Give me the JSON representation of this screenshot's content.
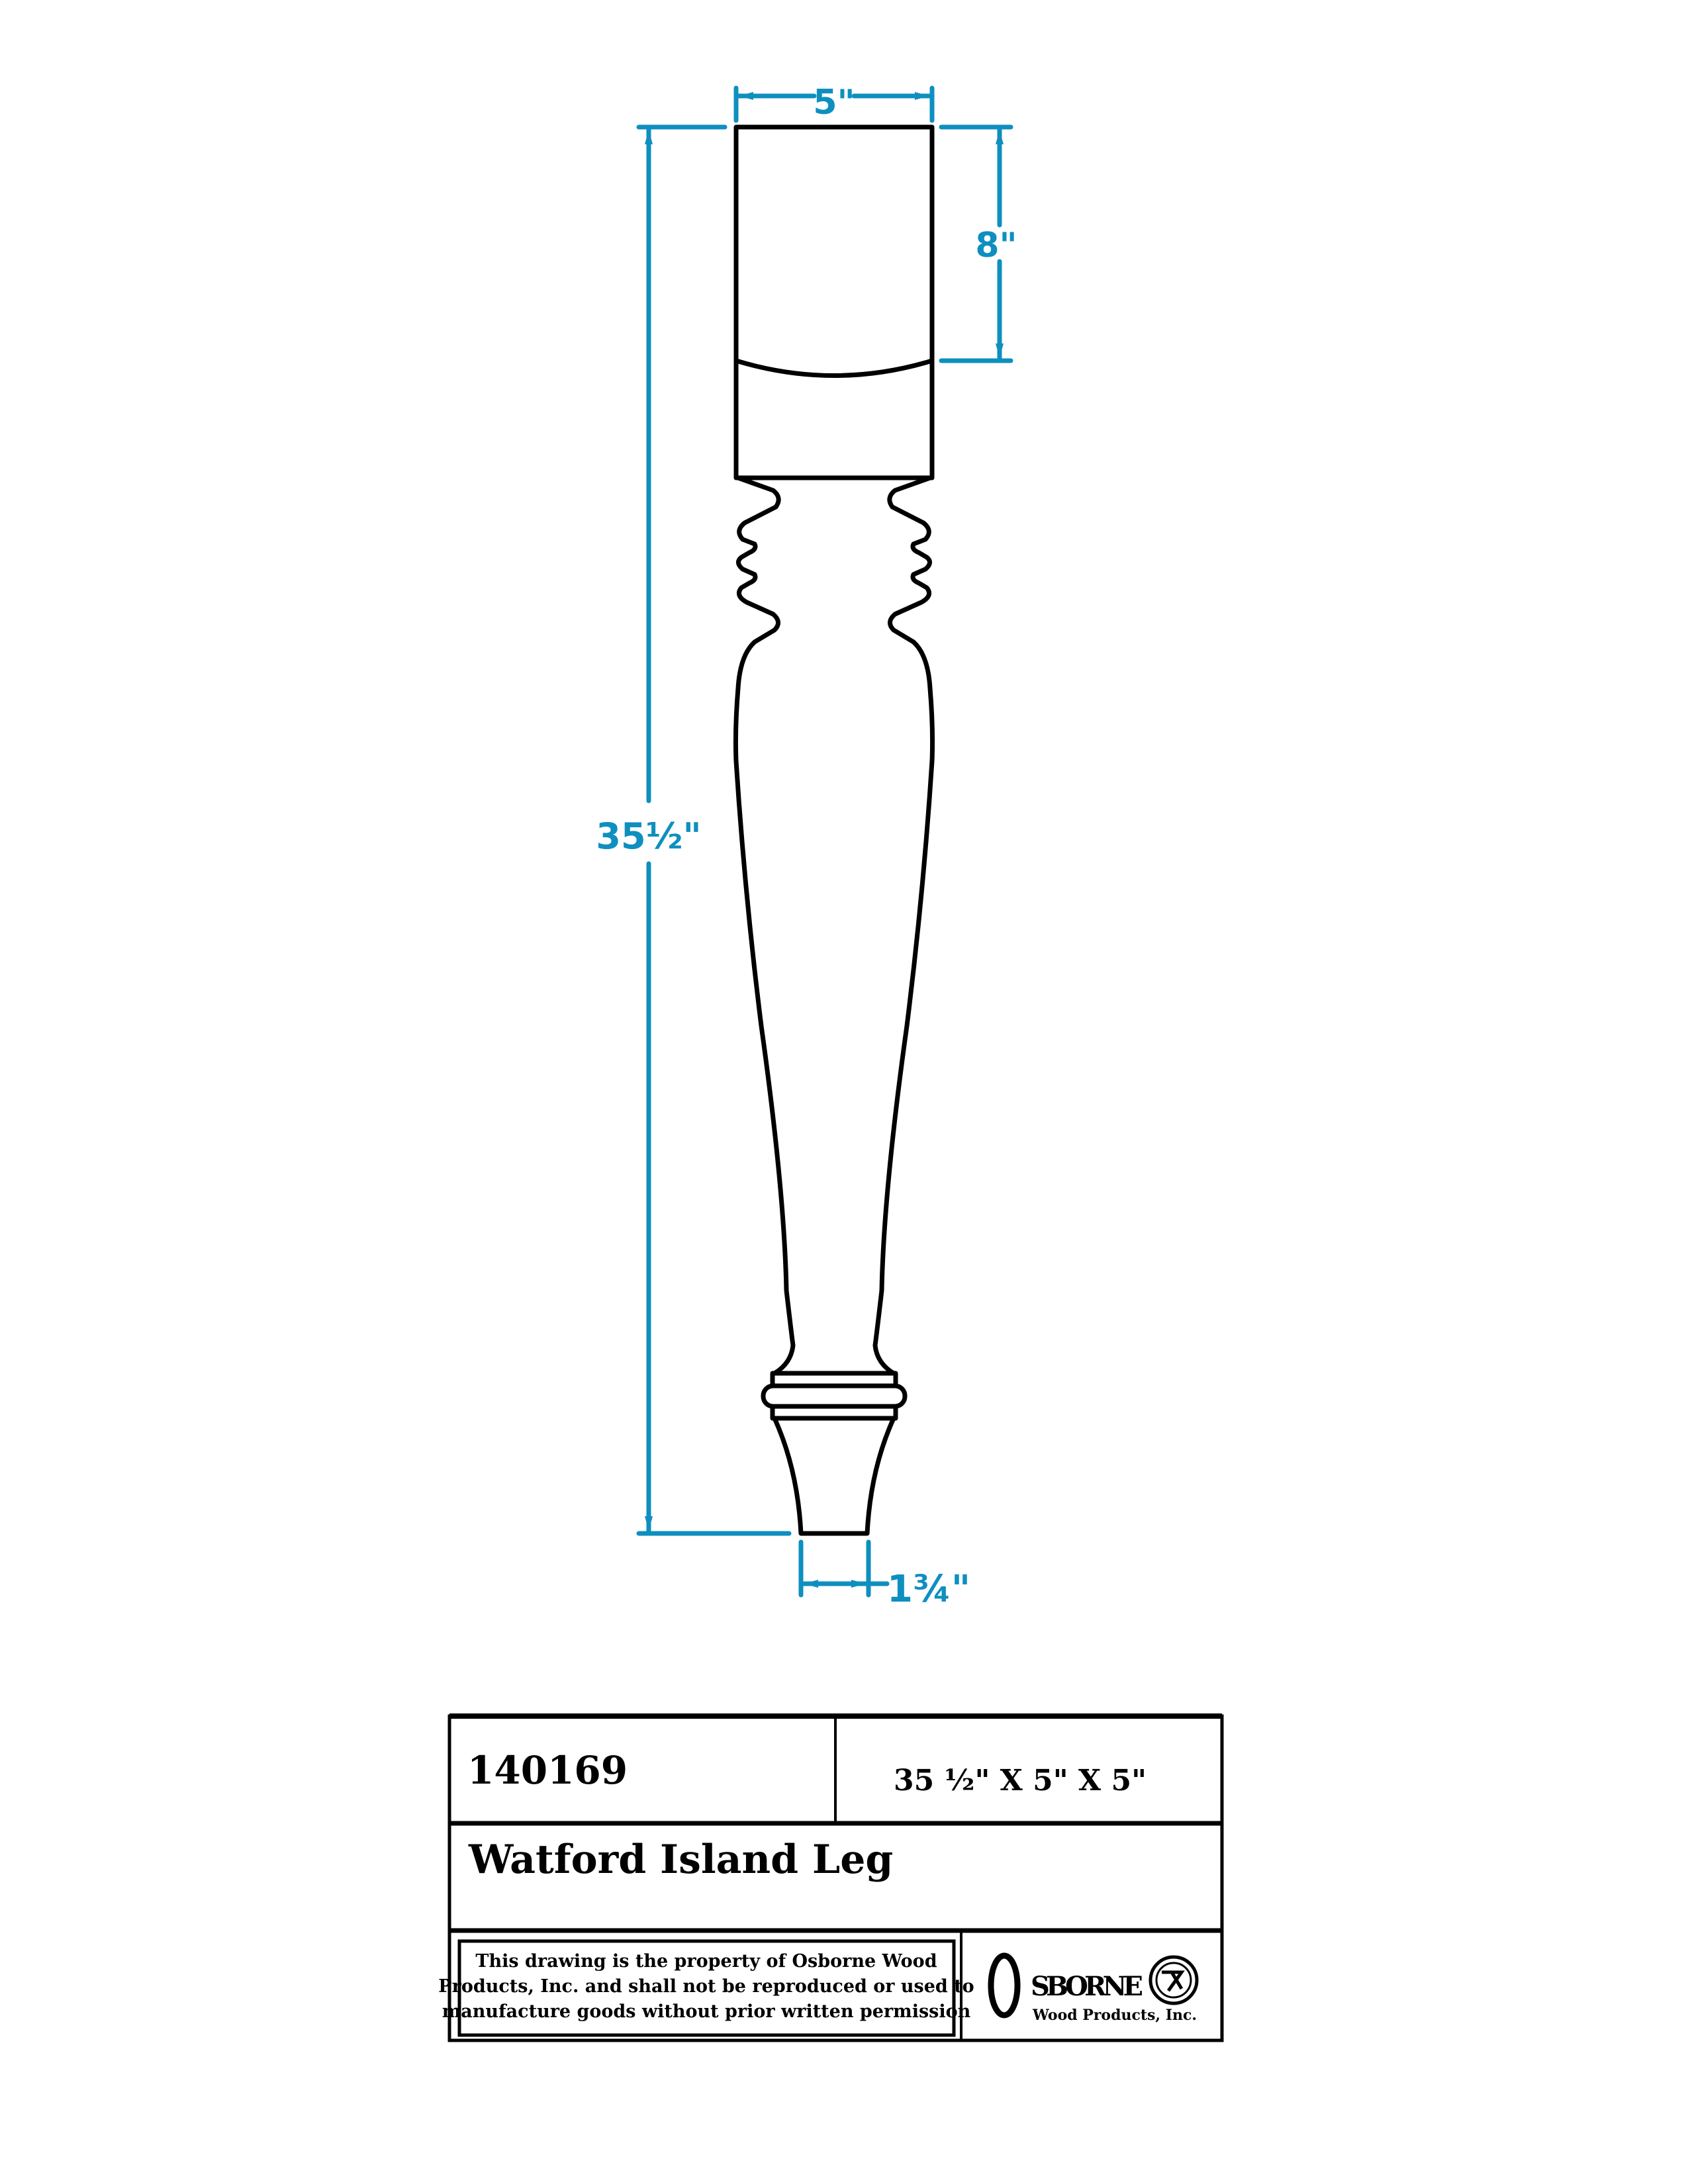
{
  "drawing": {
    "dimensions": {
      "top_width": "5\"",
      "block_height": "8\"",
      "overall_height": "35½\"",
      "foot_width": "1¾\""
    },
    "dimension_color": "#0e8fbf"
  },
  "title_block": {
    "part_number": "140169",
    "size": "35 ½\" X 5\" X 5\"",
    "name": "Watford Island Leg",
    "disclaimer_lines": [
      "This drawing is the property of Osborne Wood",
      "Products, Inc. and shall not be reproduced or used to",
      "manufacture goods without prior written permission"
    ],
    "logo": {
      "initial": "O",
      "word": "SBORNE",
      "subtitle": "Wood Products, Inc."
    }
  }
}
